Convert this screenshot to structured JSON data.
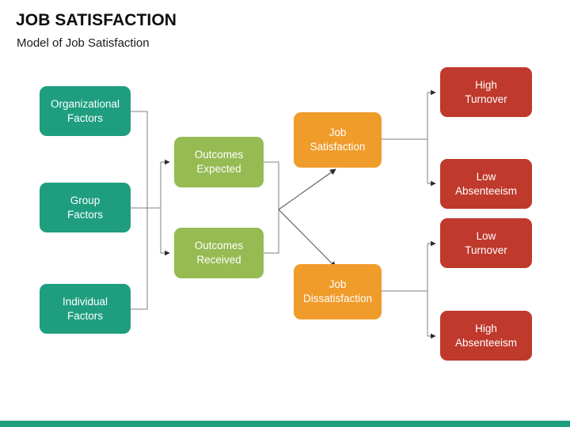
{
  "slide": {
    "title": "JOB SATISFACTION",
    "subtitle": "Model of Job Satisfaction",
    "background_color": "#ffffff",
    "accent_bar_color": "#1e9e7e"
  },
  "palette": {
    "teal": "#1e9e7e",
    "green": "#95bb52",
    "orange": "#ef9c2b",
    "red": "#bf392c",
    "connector": "#808080",
    "text_on_box": "#ffffff",
    "title_text": "#0d0d0d"
  },
  "diagram": {
    "columns": [
      {
        "name": "inputs",
        "color_key": "teal",
        "nodes": [
          {
            "id": "organizational-factors",
            "label": "Organizational\nFactors"
          },
          {
            "id": "group-factors",
            "label": "Group\nFactors"
          },
          {
            "id": "individual-factors",
            "label": "Individual\nFactors"
          }
        ]
      },
      {
        "name": "outcomes",
        "color_key": "green",
        "nodes": [
          {
            "id": "outcomes-expected",
            "label": "Outcomes\nExpected"
          },
          {
            "id": "outcomes-received",
            "label": "Outcomes\nReceived"
          }
        ]
      },
      {
        "name": "satisfaction",
        "color_key": "orange",
        "nodes": [
          {
            "id": "job-satisfaction",
            "label": "Job\nSatisfaction"
          },
          {
            "id": "job-dissatisfaction",
            "label": "Job\nDissatisfaction"
          }
        ]
      },
      {
        "name": "consequences",
        "color_key": "red",
        "nodes": [
          {
            "id": "high-turnover",
            "label": "High\nTurnover"
          },
          {
            "id": "low-absenteeism",
            "label": "Low\nAbsenteeism"
          },
          {
            "id": "low-turnover",
            "label": "Low\nTurnover"
          },
          {
            "id": "high-absenteeism",
            "label": "High\nAbsenteeism"
          }
        ]
      }
    ],
    "edges": [
      {
        "from": "organizational-factors",
        "to": "outcomes-expected"
      },
      {
        "from": "organizational-factors",
        "to": "outcomes-received"
      },
      {
        "from": "group-factors",
        "to": "outcomes-expected"
      },
      {
        "from": "group-factors",
        "to": "outcomes-received"
      },
      {
        "from": "individual-factors",
        "to": "outcomes-expected"
      },
      {
        "from": "individual-factors",
        "to": "outcomes-received"
      },
      {
        "from": "outcomes-expected",
        "to": "job-satisfaction"
      },
      {
        "from": "outcomes-expected",
        "to": "job-dissatisfaction"
      },
      {
        "from": "outcomes-received",
        "to": "job-satisfaction"
      },
      {
        "from": "outcomes-received",
        "to": "job-dissatisfaction"
      },
      {
        "from": "job-satisfaction",
        "to": "high-turnover"
      },
      {
        "from": "job-satisfaction",
        "to": "low-absenteeism"
      },
      {
        "from": "job-dissatisfaction",
        "to": "low-turnover"
      },
      {
        "from": "job-dissatisfaction",
        "to": "high-absenteeism"
      }
    ]
  }
}
